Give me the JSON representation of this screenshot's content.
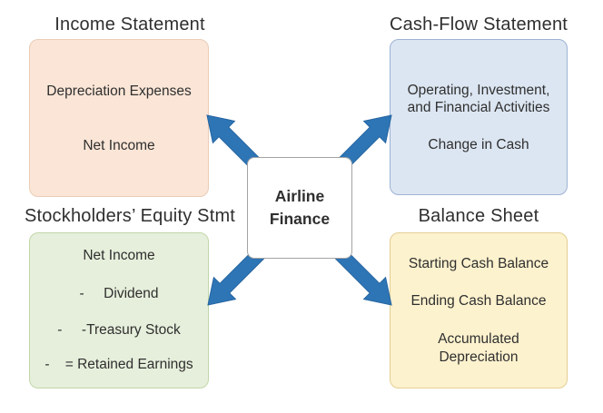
{
  "colors": {
    "background": "#FFFFFF",
    "text": "#2F2F2F",
    "arrowFill": "#2E75B6",
    "arrowStroke": "#2565A0",
    "incomeFill": "#FAE5D6",
    "incomeBorder": "#EBCDB7",
    "cashflowFill": "#DCE6F2",
    "cashflowBorder": "#9DB2D5",
    "equityFill": "#E6EFDB",
    "equityBorder": "#C2D6A9",
    "balanceFill": "#FDF2CE",
    "balanceBorder": "#E3CE92",
    "centerBorder": "#A3A3A3"
  },
  "center": {
    "line1": "Airline",
    "line2": "Finance"
  },
  "income": {
    "title": "Income Statement",
    "lines": [
      "Depreciation Expenses",
      "Net Income"
    ]
  },
  "cashflow": {
    "title": "Cash-Flow Statement",
    "lines": [
      "Operating, Investment,",
      "and Financial Activities",
      "Change in Cash"
    ]
  },
  "equity": {
    "title": "Stockholders’ Equity Stmt",
    "lines": [
      "Net Income",
      "-     Dividend",
      "-     -Treasury Stock",
      "-    = Retained Earnings"
    ]
  },
  "balance": {
    "title": "Balance Sheet",
    "lines": [
      "Starting Cash Balance",
      "Ending Cash Balance",
      "Accumulated",
      "Depreciation"
    ]
  }
}
